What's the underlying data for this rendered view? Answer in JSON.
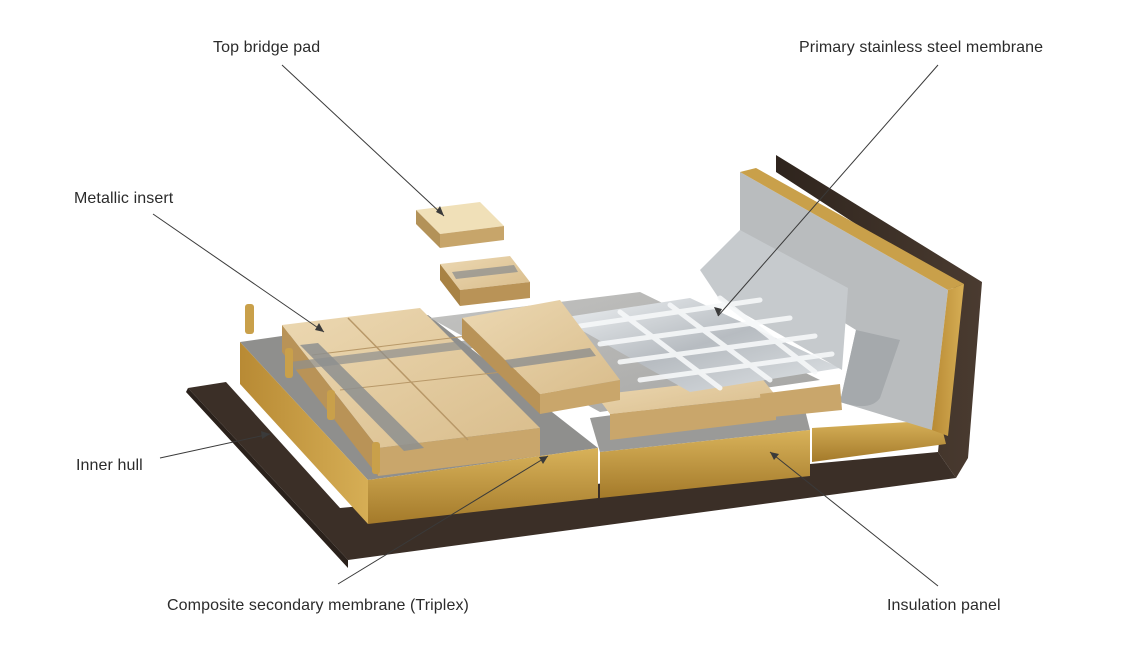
{
  "diagram": {
    "labels": {
      "top_bridge_pad": "Top bridge pad",
      "primary_membrane": "Primary stainless steel membrane",
      "metallic_insert": "Metallic insert",
      "inner_hull": "Inner hull",
      "secondary_membrane": "Composite secondary membrane (Triplex)",
      "insulation_panel": "Insulation panel"
    },
    "colors": {
      "hull": "#3b2f27",
      "insulation_foam": "#c9a04a",
      "plywood": "#e3cba0",
      "triplex": "#a7a7a5",
      "stainless_steel": "#cfd3d6",
      "leader_line": "#3a3a3a"
    }
  }
}
